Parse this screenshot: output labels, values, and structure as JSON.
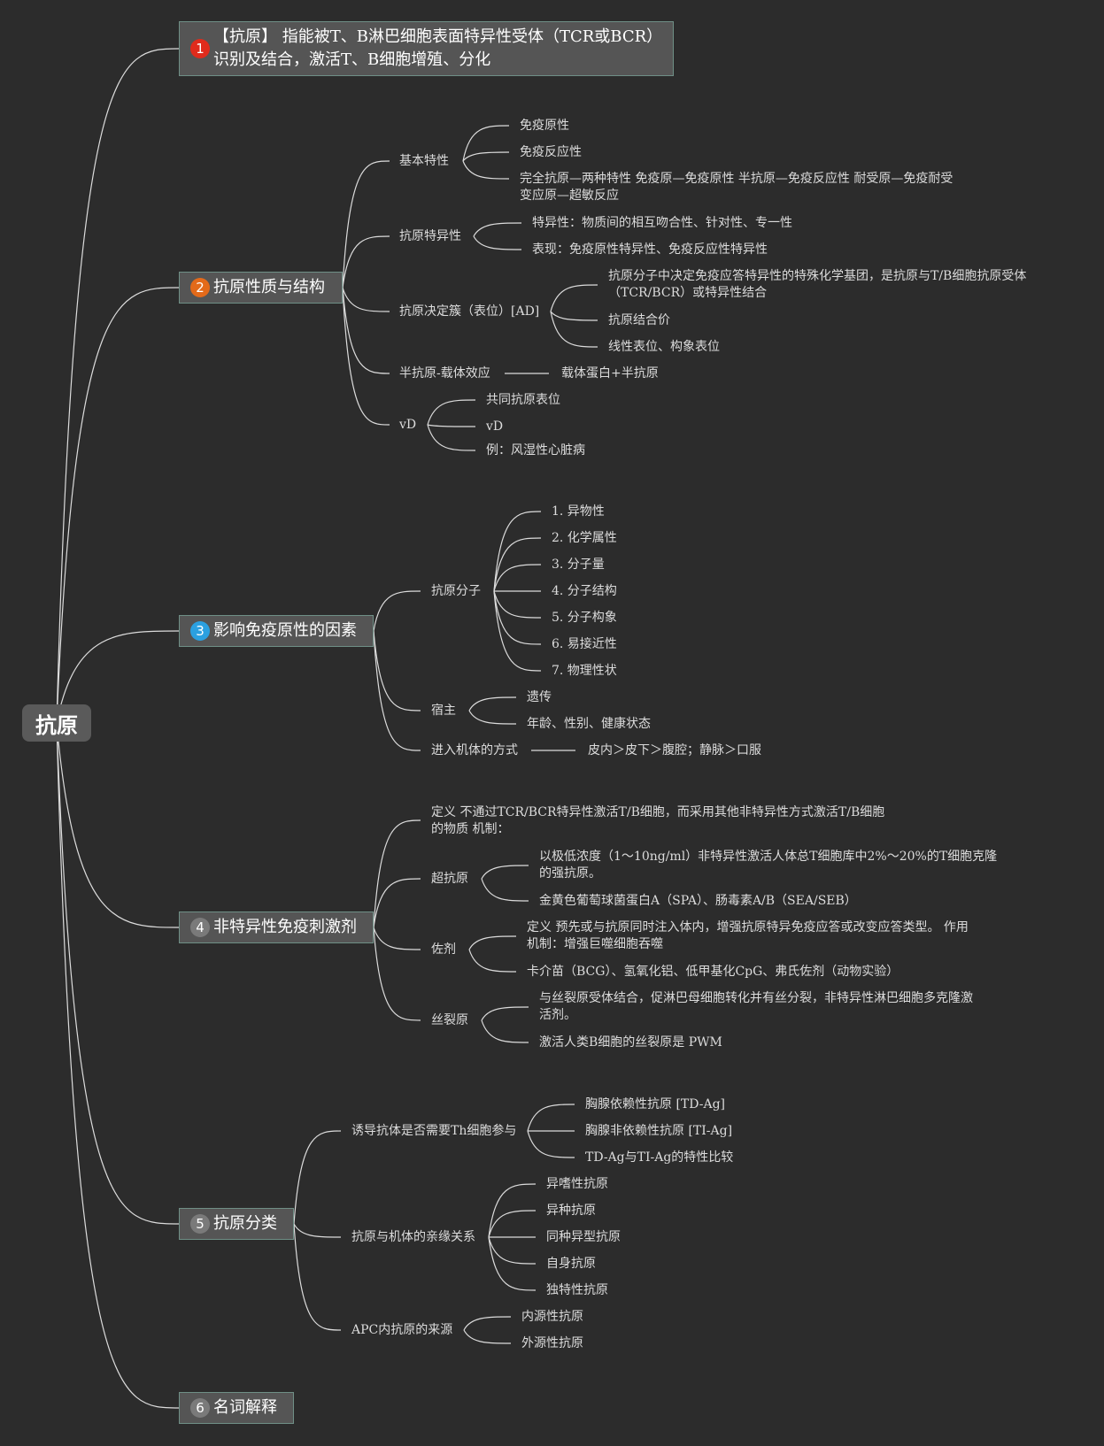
{
  "root": "抗原",
  "colors": {
    "badge1": "#e02b1c",
    "badge2": "#e36a1a",
    "badge3": "#2ba0e0",
    "badge_gray": "#7a7a7a",
    "line": "#dcdcdc",
    "box_border": "#6f8f86"
  },
  "branches": {
    "b1": {
      "num": "1",
      "line1": "【抗原】 指能被T、B淋巴细胞表面特异性受体（TCR或BCR）",
      "line2": "识别及结合，激活T、B细胞增殖、分化"
    },
    "b2": {
      "num": "2",
      "label": "抗原性质与结构",
      "basic": {
        "label": "基本特性",
        "c1": "免疫原性",
        "c2": "免疫反应性",
        "c3_l1": "完全抗原—两种特性 免疫原—免疫原性 半抗原—免疫反应性 耐受原—免疫耐受",
        "c3_l2": "变应原—超敏反应"
      },
      "spec": {
        "label": "抗原特异性",
        "c1": "特异性：物质间的相互吻合性、针对性、专一性",
        "c2": "表现：免疫原性特异性、免疫反应性特异性"
      },
      "det": {
        "label": "抗原决定簇（表位）[AD]",
        "c1_l1": "抗原分子中决定免疫应答特异性的特殊化学基团，是抗原与T/B细胞抗原受体",
        "c1_l2": "（TCR/BCR）或特异性结合",
        "c2": "抗原结合价",
        "c3": "线性表位、构象表位"
      },
      "hapten": {
        "label": "半抗原-载体效应",
        "c1": "载体蛋白+半抗原"
      },
      "vd": {
        "label": "vD",
        "c1": "共同抗原表位",
        "c2": "vD",
        "c3": "例：风湿性心脏病"
      }
    },
    "b3": {
      "num": "3",
      "label": "影响免疫原性的因素",
      "mol": {
        "label": "抗原分子",
        "items": [
          "1. 异物性",
          "2. 化学属性",
          "3. 分子量",
          "4. 分子结构",
          "5. 分子构象",
          "6. 易接近性",
          "7. 物理性状"
        ]
      },
      "host": {
        "label": "宿主",
        "c1": "遗传",
        "c2": "年龄、性别、健康状态"
      },
      "route": {
        "label": "进入机体的方式",
        "c1": "皮内＞皮下＞腹腔；静脉＞口服"
      }
    },
    "b4": {
      "num": "4",
      "label": "非特异性免疫刺激剂",
      "def_l1": "定义 不通过TCR/BCR特异性激活T/B细胞，而采用其他非特异性方式激活T/B细胞",
      "def_l2": "的物质 机制：",
      "super": {
        "label": "超抗原",
        "c1_l1": "以极低浓度（1～10ng/ml）非特异性激活人体总T细胞库中2%～20%的T细胞克隆",
        "c1_l2": "的强抗原。",
        "c2": "金黄色葡萄球菌蛋白A（SPA）、肠毒素A/B（SEA/SEB）"
      },
      "adj": {
        "label": "佐剂",
        "c1_l1": "定义 预先或与抗原同时注入体内，增强抗原特异免疫应答或改变应答类型。 作用",
        "c1_l2": "机制：增强巨噬细胞吞噬",
        "c2": "卡介苗（BCG）、氢氧化铝、低甲基化CpG、弗氏佐剂（动物实验）"
      },
      "mito": {
        "label": "丝裂原",
        "c1_l1": "与丝裂原受体结合，促淋巴母细胞转化并有丝分裂，非特异性淋巴细胞多克隆激",
        "c1_l2": "活剂。",
        "c2": "激活人类B细胞的丝裂原是 PWM"
      }
    },
    "b5": {
      "num": "5",
      "label": "抗原分类",
      "th": {
        "label": "诱导抗体是否需要Th细胞参与",
        "c1": "胸腺依赖性抗原 [TD-Ag]",
        "c2": "胸腺非依赖性抗原 [TI-Ag]",
        "c3": "TD-Ag与TI-Ag的特性比较"
      },
      "rel": {
        "label": "抗原与机体的亲缘关系",
        "items": [
          "异嗜性抗原",
          "异种抗原",
          "同种异型抗原",
          "自身抗原",
          "独特性抗原"
        ]
      },
      "apc": {
        "label": "APC内抗原的来源",
        "c1": "内源性抗原",
        "c2": "外源性抗原"
      }
    },
    "b6": {
      "num": "6",
      "label": "名词解释"
    }
  }
}
